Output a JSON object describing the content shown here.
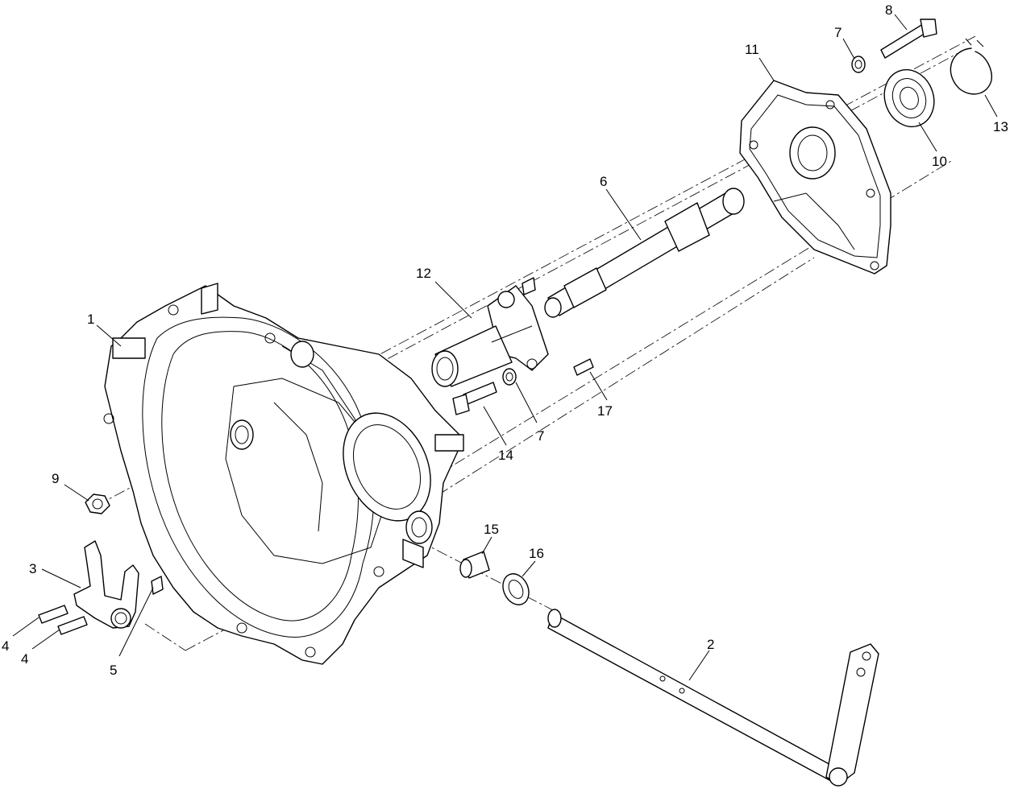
{
  "diagram": {
    "callouts": [
      {
        "id": "c1",
        "label": "1"
      },
      {
        "id": "c2",
        "label": "2"
      },
      {
        "id": "c3",
        "label": "3"
      },
      {
        "id": "c4a",
        "label": "4"
      },
      {
        "id": "c4b",
        "label": "4"
      },
      {
        "id": "c5",
        "label": "5"
      },
      {
        "id": "c6",
        "label": "6"
      },
      {
        "id": "c7a",
        "label": "7"
      },
      {
        "id": "c7b",
        "label": "7"
      },
      {
        "id": "c8",
        "label": "8"
      },
      {
        "id": "c9",
        "label": "9"
      },
      {
        "id": "c10",
        "label": "10"
      },
      {
        "id": "c11",
        "label": "11"
      },
      {
        "id": "c12",
        "label": "12"
      },
      {
        "id": "c13",
        "label": "13"
      },
      {
        "id": "c14",
        "label": "14"
      },
      {
        "id": "c15",
        "label": "15"
      },
      {
        "id": "c16",
        "label": "16"
      },
      {
        "id": "c17",
        "label": "17"
      }
    ]
  }
}
